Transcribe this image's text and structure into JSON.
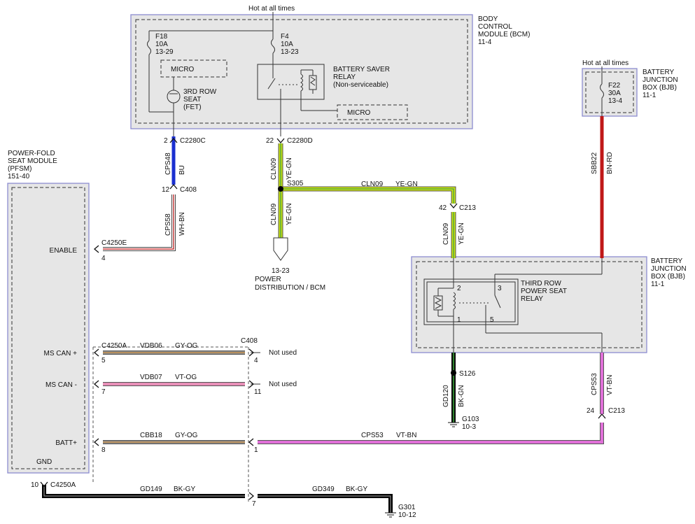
{
  "colors": {
    "module_fill": "#e6e6e6",
    "module_border": "#8c8cd0",
    "ye_gn_main": "#c8e010",
    "ye_gn_stripe": "#48a048",
    "blue": "#1a2fd0",
    "wh_bn_main": "#ffffff",
    "wh_bn_stripe": "#c03030",
    "bn_rd_main": "#c01818",
    "gy_og_main": "#8c8c8c",
    "gy_og_stripe": "#d09040",
    "vt_og_main": "#e890b8",
    "vt_bn_main": "#e070d8",
    "bk_gn_main": "#0a0a0a",
    "bk_gn_stripe": "#38a038",
    "bk_gy_main": "#000000",
    "bk_gy_stripe": "#8a8a8a"
  },
  "bcm": {
    "hot_label": "Hot at all times",
    "name_line1": "BODY",
    "name_line2": "CONTROL",
    "name_line3": "MODULE (BCM)",
    "ref": "11-4",
    "f18": {
      "name": "F18",
      "amps": "10A",
      "ref": "13-29"
    },
    "f4": {
      "name": "F4",
      "amps": "10A",
      "ref": "13-23"
    },
    "micro1": "MICRO",
    "micro2": "MICRO",
    "fet_line1": "3RD ROW",
    "fet_line2": "SEAT",
    "fet_line3": "(FET)",
    "relay_line1": "BATTERY SAVER",
    "relay_line2": "RELAY",
    "relay_line3": "(Non-serviceable)"
  },
  "bjb_top": {
    "hot_label": "Hot at all times",
    "name_line1": "BATTERY",
    "name_line2": "JUNCTION",
    "name_line3": "BOX (BJB)",
    "ref": "11-1",
    "fuse": {
      "name": "F22",
      "amps": "30A",
      "ref": "13-4"
    }
  },
  "bjb_main": {
    "name_line1": "BATTERY",
    "name_line2": "JUNCTION",
    "name_line3": "BOX (BJB)",
    "ref": "11-1",
    "relay_line1": "THIRD ROW",
    "relay_line2": "POWER SEAT",
    "relay_line3": "RELAY",
    "pin2": "2",
    "pin3": "3",
    "pin1": "1",
    "pin5": "5"
  },
  "pfsm": {
    "name_line1": "POWER-FOLD",
    "name_line2": "SEAT MODULE",
    "name_line3": "(PFSM)",
    "ref": "151-40",
    "enable": "ENABLE",
    "mscan_plus": "MS CAN +",
    "mscan_minus": "MS CAN -",
    "batt": "BATT+",
    "gnd": "GND"
  },
  "connectors": {
    "c2280c": "C2280C",
    "c2280c_pin": "2",
    "c408_top": "C408",
    "c408_top_pin": "12",
    "c2280d": "C2280D",
    "c2280d_pin": "22",
    "c213_top": "C213",
    "c213_top_pin": "42",
    "c4250e": "C4250E",
    "c4250e_pin": "4",
    "c4250a": "C4250A",
    "c4250a_pin5": "5",
    "c4250a_pin7": "7",
    "c4250a_pin8": "8",
    "c408": "C408",
    "c408_pin4": "4",
    "c408_pin11": "11",
    "c408_pin1": "1",
    "c408_pin7": "7",
    "c4250a_gnd": "C4250A",
    "c4250a_gnd_pin": "10",
    "c213_bot": "C213",
    "c213_bot_pin": "24"
  },
  "splices": {
    "s305": "S305",
    "s126": "S126"
  },
  "wires": {
    "cps48": "CPS48",
    "bu": "BU",
    "cps58": "CPS58",
    "wh_bn": "WH-BN",
    "cln09": "CLN09",
    "ye_gn": "YE-GN",
    "sbb22": "SBB22",
    "bn_rd": "BN-RD",
    "vdb06": "VDB06",
    "gy_og": "GY-OG",
    "vdb07": "VDB07",
    "vt_og": "VT-OG",
    "cbb18": "CBB18",
    "cps53": "CPS53",
    "vt_bn": "VT-BN",
    "gd120": "GD120",
    "bk_gn": "BK-GN",
    "gd149": "GD149",
    "bk_gy": "BK-GY",
    "gd349": "GD349"
  },
  "misc": {
    "not_used": "Not used",
    "power_ref": "13-23",
    "power_line1": "POWER",
    "power_line2": "DISTRIBUTION / BCM",
    "g103": "G103",
    "g103_ref": "10-3",
    "g301": "G301",
    "g301_ref": "10-12"
  }
}
